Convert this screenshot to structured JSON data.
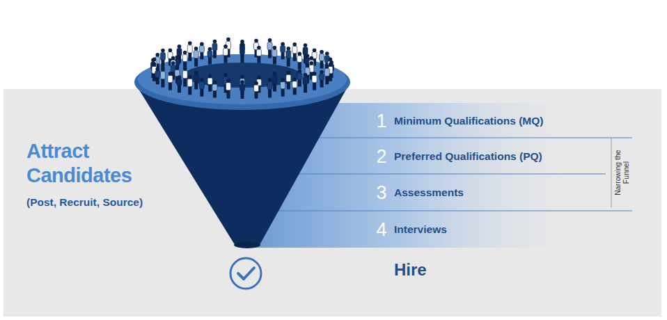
{
  "diagram": {
    "nodes": [
      {
        "text": [
          "1",
          "Minimum Qualifications (MQ)"
        ]
      },
      {
        "text": [
          "2",
          "Preferred Qualifications (PQ)"
        ]
      },
      {
        "text": [
          "3",
          "Assessments"
        ]
      },
      {
        "text": [
          "4",
          "Interviews"
        ]
      }
    ],
    "labels": [
      "Attract Candidates",
      "(Post, Recruit, Source)",
      "Narrowing the Funnel",
      "Hire"
    ]
  }
}
